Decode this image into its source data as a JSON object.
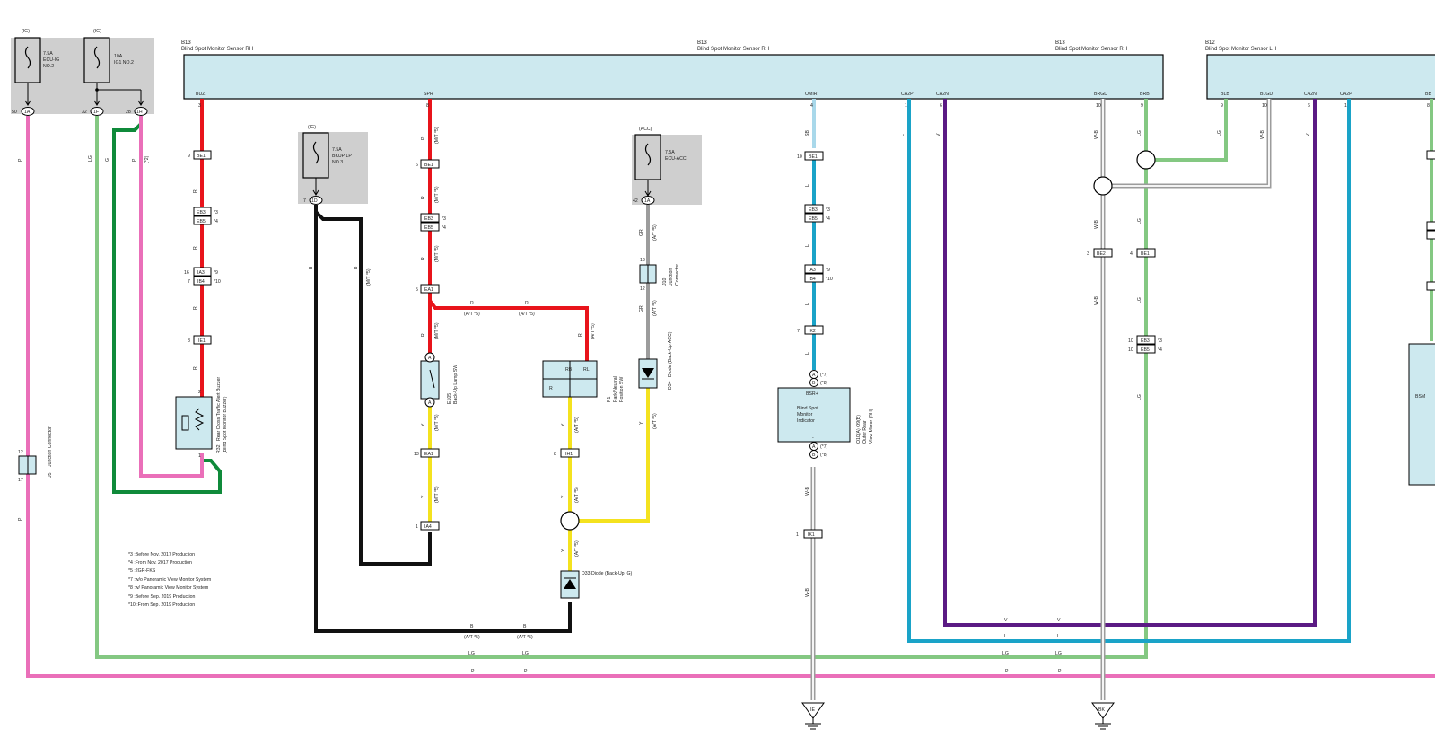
{
  "fuse_boxes": [
    {
      "id": "fuse-ecu-ig-no2",
      "ign": "(IG)",
      "amp": "7.5A",
      "name_lines": [
        "ECU-IG",
        "NO.2"
      ],
      "pin": "50",
      "term": "1A"
    },
    {
      "id": "fuse-ig1-no2",
      "ign": "(IG)",
      "amp": "10A",
      "name_lines": [
        "IG1 NO.2"
      ],
      "pin": "32",
      "term": "1F",
      "pin2": "28",
      "term2": "1H"
    },
    {
      "id": "fuse-bkup-lp-no3",
      "ign": "(IG)",
      "amp": "7.5A",
      "name_lines": [
        "BKUP LP",
        "NO.3"
      ],
      "pin": "7",
      "term": "1D"
    },
    {
      "id": "fuse-ecu-acc",
      "ign": "(ACC)",
      "amp": "7.5A",
      "name_lines": [
        "ECU-ACC"
      ],
      "pin": "42",
      "term": "1A"
    }
  ],
  "modules": [
    {
      "id": "sensor-rh",
      "code": "B13",
      "name": "Blind Spot Monitor Sensor RH"
    },
    {
      "id": "sensor-rh-mid",
      "code": "B13",
      "name": "Blind Spot Monitor Sensor RH"
    },
    {
      "id": "sensor-rh-right",
      "code": "B13",
      "name": "Blind Spot Monitor Sensor RH"
    },
    {
      "id": "sensor-lh",
      "code": "B12",
      "name": "Blind Spot Monitor Sensor LH"
    }
  ],
  "module_pins": {
    "rh": [
      "BUZ",
      "SPR",
      "OMIR",
      "CA2P",
      "CA2N",
      "BRGD",
      "BRB"
    ],
    "lh": [
      "BLB",
      "BLGD",
      "CA2N",
      "CA2P",
      "BB"
    ]
  },
  "pin_numbers": {
    "buz": "3",
    "spr": "8",
    "omir": "4",
    "ca2p_rh": "1",
    "ca2n_rh": "6",
    "brgd": "10",
    "brb": "9",
    "blb": "9",
    "blgd": "10",
    "ca2n_lh": "6",
    "ca2p_lh": "1",
    "bb": "8"
  },
  "connectors": {
    "be1": "BE1",
    "eb3": "EB3",
    "eb5": "EB5",
    "a3": "IA3",
    "ib4": "IB4",
    "ie1": "IE1",
    "ea1": "EA1",
    "ia4": "IA4",
    "ih1": "IH1",
    "ik2": "IK2",
    "ik1": "IK1",
    "be2": "BE2",
    "j10": "J10",
    "j5": "J5"
  },
  "pin_nums": {
    "n9": "9",
    "n8": "8",
    "n6": "6",
    "n5": "5",
    "n4": "4",
    "n16": "16",
    "n7": "7",
    "n10": "10",
    "n2": "2",
    "n1": "1",
    "n13": "13",
    "n12": "12",
    "n3": "3",
    "n17": "17",
    "n11": "11",
    "n15": "15"
  },
  "wire_colors": {
    "p": "P",
    "lg": "LG",
    "g": "G",
    "r": "R",
    "b": "B",
    "gr": "GR",
    "y": "Y",
    "sb": "SB",
    "l": "L",
    "v": "V",
    "w_b": "W-B"
  },
  "conditions": {
    "mt5": "(M/T *5)",
    "at5": "(A/T *5)",
    "p2": "(*2)",
    "c3": "*3",
    "c4": "*4",
    "c9": "*9",
    "c10": "*10",
    "c7": "(*7)",
    "c8": "(*8)"
  },
  "components": {
    "buzzer_lines": [
      "Rear Cross Traffic Alert Buzzer",
      "(Blind Spot Monitor Buzzer)"
    ],
    "buzzer_code": "R32",
    "backup_sw_lines": [
      "E105",
      "Back-Up Lamp SW"
    ],
    "park_neutral_lines": [
      "P1",
      "Park/Neutral",
      "Position SW"
    ],
    "pns_pins": [
      "RB",
      "RL",
      "R"
    ],
    "diode_acc_lines": [
      "D34",
      "Diode (Back-Up ACC)"
    ],
    "diode_ig": "D33  Diode (Back-Up IG)",
    "junction_j10": [
      "J10",
      "Junction",
      "Connector"
    ],
    "junction_j5": [
      "J5",
      "Junction Connector"
    ],
    "indicator": {
      "pin_top": "BSR+",
      "lines": [
        "Blind Spot",
        "Monitor",
        "Indicator"
      ],
      "pin_bot": "-"
    },
    "mirror_lines": [
      "O10(A) O9(B)",
      "Outer Rear",
      "View Mirror (RH)"
    ],
    "bsm": "BSM",
    "term_a": "A",
    "term_b": "B"
  },
  "grounds": [
    "IE",
    "BK"
  ],
  "notes": [
    "*3 :Before Nov. 2017 Production",
    "*4 :From Nov. 2017 Production",
    "*5 :2GR-FKS",
    "*7 :w/o Panoramic View Monitor System",
    "*8 :w/ Panoramic View Monitor System",
    "*9 :Before Sep. 2019 Production",
    "*10 :From Sep. 2019 Production"
  ],
  "colors": {
    "module_fill": "#cde9ef",
    "fuse_fill": "#cfcfcf",
    "red": "#e8141b",
    "pink": "#ea6fb9",
    "light_green": "#84c882",
    "dark_green": "#0f8a3a",
    "black": "#111111",
    "gray": "#9c9c9c",
    "yellow": "#f4e21f",
    "light_blue": "#a9d8ea",
    "blue": "#1aa3c8",
    "purple": "#5b1a84"
  }
}
